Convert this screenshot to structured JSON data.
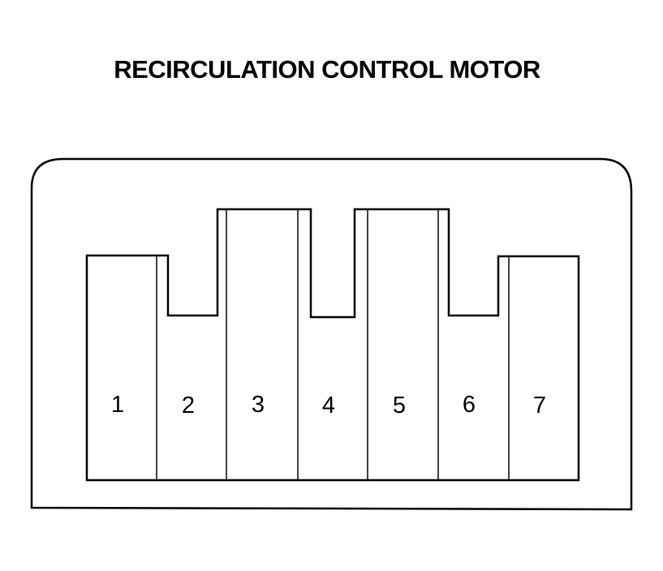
{
  "title": "RECIRCULATION CONTROL MOTOR",
  "pins": [
    "1",
    "2",
    "3",
    "4",
    "5",
    "6",
    "7"
  ]
}
